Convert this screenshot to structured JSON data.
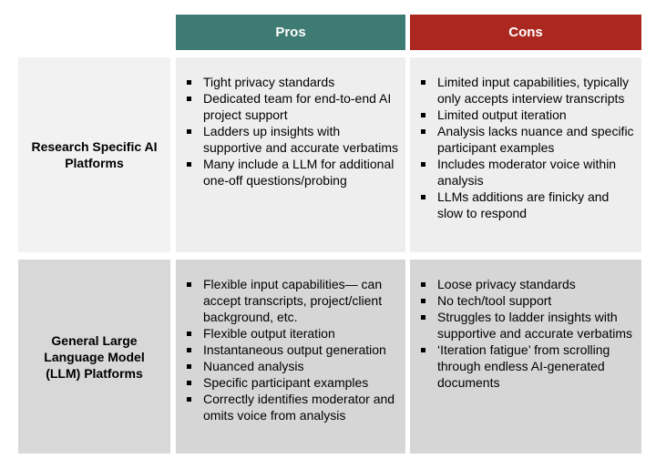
{
  "colors": {
    "pros_header": "#3e7b72",
    "cons_header": "#ab2820",
    "row1_label_bg": "#f2f2f2",
    "row1_body_bg": "#eeeeee",
    "row2_label_bg": "#d8d8d8",
    "row2_body_bg": "#d6d6d6"
  },
  "headers": {
    "pros": "Pros",
    "cons": "Cons"
  },
  "rows": [
    {
      "label": "Research Specific AI Platforms",
      "pros": [
        "Tight privacy standards",
        "Dedicated team for end-to-end AI project support",
        "Ladders up insights with supportive and accurate verbatims",
        "Many include a LLM for additional one-off questions/probing"
      ],
      "cons": [
        "Limited input capabilities, typically only accepts interview transcripts",
        "Limited output iteration",
        "Analysis lacks nuance and specific participant examples",
        "Includes moderator voice within analysis",
        "LLMs additions are finicky and slow to respond"
      ]
    },
    {
      "label": "General Large Language Model (LLM) Platforms",
      "pros": [
        "Flexible input capabilities— can accept transcripts, project/client background, etc.",
        "Flexible output iteration",
        "Instantaneous output generation",
        "Nuanced analysis",
        "Specific participant examples",
        "Correctly identifies moderator and omits voice from analysis"
      ],
      "cons": [
        "Loose privacy standards",
        "No tech/tool support",
        "Struggles to ladder insights with supportive and accurate verbatims",
        "‘Iteration fatigue’ from scrolling through endless AI-generated documents"
      ]
    }
  ]
}
